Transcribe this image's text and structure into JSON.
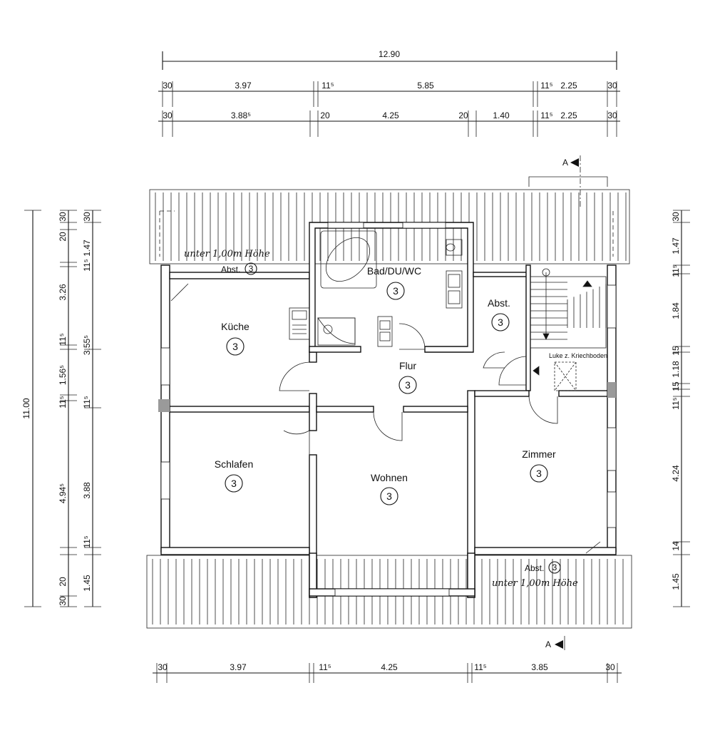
{
  "dims_top_row1": {
    "total": "12.90"
  },
  "dims_top_row2": [
    "30",
    "3.97",
    "11⁵",
    "5.85",
    "11⁵",
    "2.25",
    "30"
  ],
  "dims_top_row3": [
    "30",
    "3.88⁵",
    "20",
    "4.25",
    "20",
    "1.40",
    "11⁵",
    "2.25",
    "30"
  ],
  "dims_bottom": [
    "30",
    "3.97",
    "11⁵",
    "4.25",
    "11⁵",
    "3.85",
    "30"
  ],
  "dims_left_total": "11.00",
  "dims_left_col1": [
    "30",
    "20",
    "1.47",
    "11⁵",
    "3.26",
    "11⁵",
    "1.56⁵",
    "11⁵",
    "4.94⁵",
    "11⁵",
    "20",
    "30"
  ],
  "dims_left_col2": [
    "30",
    "3.55⁵",
    "11⁵",
    "3.88",
    "1.45"
  ],
  "dims_right": [
    "30",
    "1.47",
    "11⁵",
    "1.84",
    "15",
    "1.18",
    "15",
    "11⁵",
    "4.24",
    "14",
    "1.45"
  ],
  "rooms": {
    "bad": {
      "name": "Bad/DU/WC",
      "num": "3"
    },
    "abst_right": {
      "name": "Abst.",
      "num": "3"
    },
    "kueche": {
      "name": "Küche",
      "num": "3"
    },
    "flur": {
      "name": "Flur",
      "num": "3"
    },
    "schlafen": {
      "name": "Schlafen",
      "num": "3"
    },
    "wohnen": {
      "name": "Wohnen",
      "num": "3"
    },
    "zimmer": {
      "name": "Zimmer",
      "num": "3"
    },
    "abst_top": {
      "name": "Abst.",
      "num": "3"
    },
    "abst_bottom": {
      "name": "Abst.",
      "num": "3"
    }
  },
  "labels": {
    "luke": "Luke z. Kriechboden",
    "unter_top": "unter 1,00m Höhe",
    "unter_bottom": "unter 1,00m Höhe",
    "section_top": "A",
    "section_bottom": "A"
  }
}
